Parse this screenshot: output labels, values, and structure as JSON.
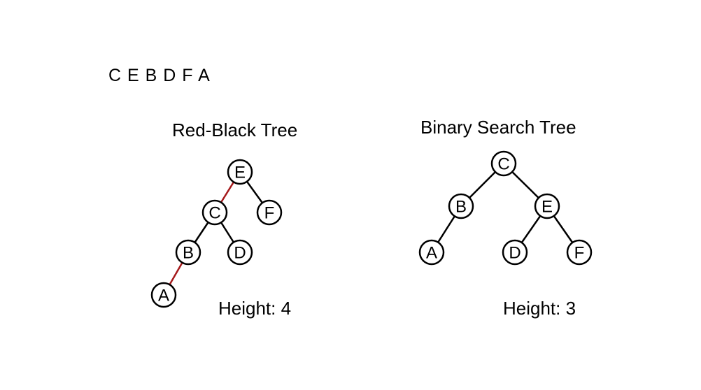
{
  "sequence": "C E B D F A",
  "colors": {
    "black_edge": "#000000",
    "red_edge": "#A5191B"
  },
  "trees": {
    "red_black": {
      "title": "Red-Black Tree",
      "height_label": "Height: 4",
      "nodes": [
        {
          "id": "E",
          "label": "E"
        },
        {
          "id": "C",
          "label": "C"
        },
        {
          "id": "F",
          "label": "F"
        },
        {
          "id": "B",
          "label": "B"
        },
        {
          "id": "D",
          "label": "D"
        },
        {
          "id": "A",
          "label": "A"
        }
      ],
      "edges": [
        {
          "from": "E",
          "to": "C",
          "color": "red"
        },
        {
          "from": "E",
          "to": "F",
          "color": "black"
        },
        {
          "from": "C",
          "to": "B",
          "color": "black"
        },
        {
          "from": "C",
          "to": "D",
          "color": "black"
        },
        {
          "from": "B",
          "to": "A",
          "color": "red"
        }
      ]
    },
    "bst": {
      "title": "Binary Search Tree",
      "height_label": "Height: 3",
      "nodes": [
        {
          "id": "C",
          "label": "C"
        },
        {
          "id": "B",
          "label": "B"
        },
        {
          "id": "E",
          "label": "E"
        },
        {
          "id": "A",
          "label": "A"
        },
        {
          "id": "D",
          "label": "D"
        },
        {
          "id": "F",
          "label": "F"
        }
      ],
      "edges": [
        {
          "from": "C",
          "to": "B",
          "color": "black"
        },
        {
          "from": "C",
          "to": "E",
          "color": "black"
        },
        {
          "from": "B",
          "to": "A",
          "color": "black"
        },
        {
          "from": "E",
          "to": "D",
          "color": "black"
        },
        {
          "from": "E",
          "to": "F",
          "color": "black"
        }
      ]
    }
  }
}
